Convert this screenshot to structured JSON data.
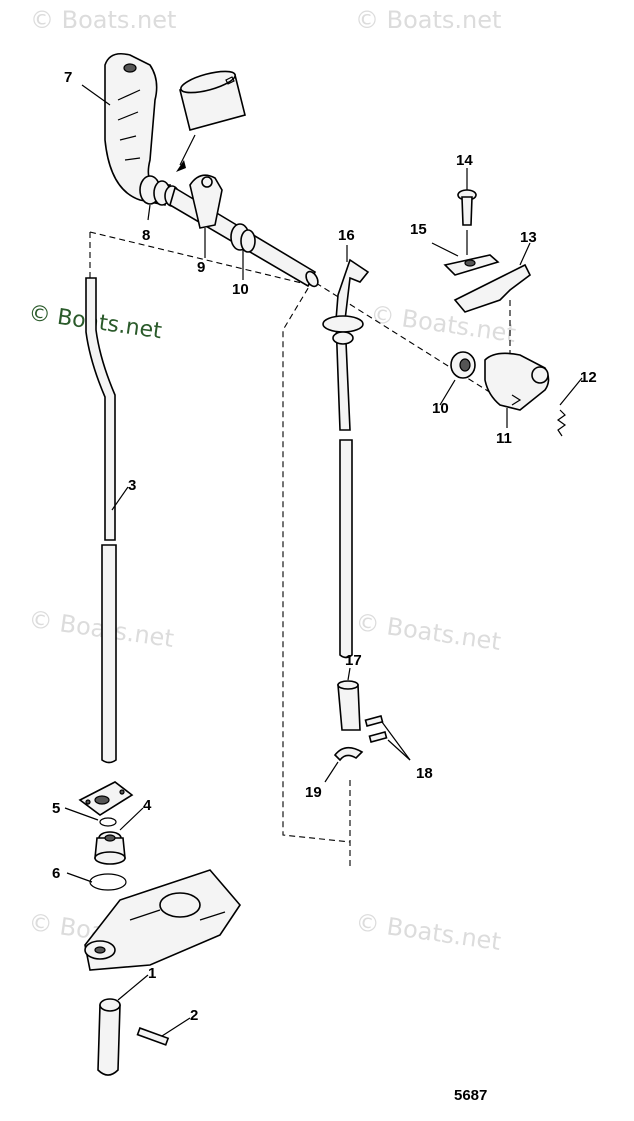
{
  "watermarks": [
    "© Boats.net",
    "© Boats.net",
    "© Boats.net",
    "© Boats.net",
    "© Boats.net",
    "© Boats.net",
    "© Boats.net",
    "© Boats.net"
  ],
  "diagram_id": "5687",
  "callouts": [
    "1",
    "2",
    "3",
    "4",
    "5",
    "6",
    "7",
    "8",
    "9",
    "10",
    "10",
    "11",
    "12",
    "13",
    "14",
    "15",
    "16",
    "17",
    "18",
    "19"
  ]
}
